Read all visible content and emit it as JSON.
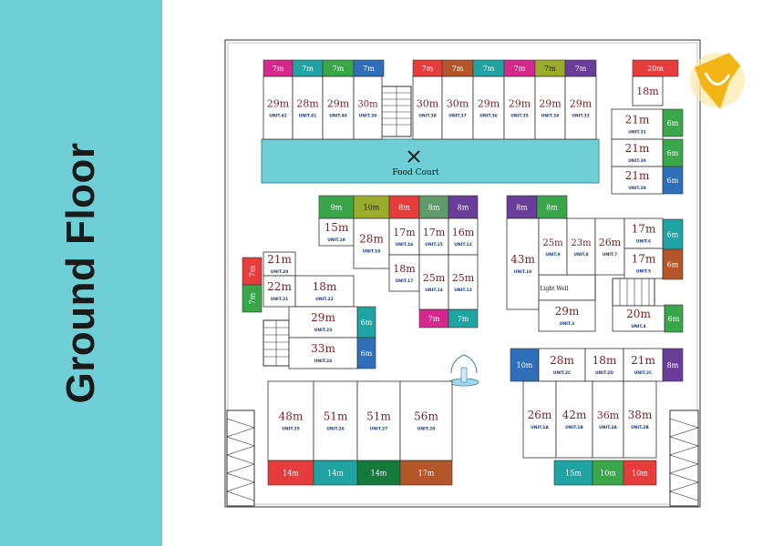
{
  "title": "Ground Floor",
  "food_court": "Food Court",
  "light_well": "Light Well",
  "colors": {
    "sidebar": "#6ecfd6",
    "teal": "#1fa3a3",
    "red": "#e63c3c",
    "green": "#3aa64a",
    "darkgreen": "#147a3c",
    "magenta": "#d6288c",
    "purple": "#6a3d9a",
    "blue": "#2f6fba",
    "orange": "#e07a1f",
    "rust": "#b5552a",
    "olive": "#9bab2a",
    "sage": "#5f9a6a",
    "foodcourt": "#6ecfd6"
  },
  "kiosks": [
    "7m",
    "7m",
    "7m",
    "7m",
    "7m",
    "7m",
    "7m",
    "7m",
    "7m",
    "7m",
    "20m",
    "9m",
    "10m",
    "8m",
    "8m",
    "8m",
    "8m",
    "8m",
    "7m",
    "7m",
    "7m",
    "7m",
    "6m",
    "6m",
    "6m",
    "6m",
    "6m",
    "6m",
    "6m",
    "6m",
    "10m",
    "8m",
    "14m",
    "14m",
    "14m",
    "17m",
    "15m",
    "10m",
    "10m"
  ],
  "units": [
    {
      "area": "29m",
      "id": "UNIT.42"
    },
    {
      "area": "28m",
      "id": "UNIT.41"
    },
    {
      "area": "29m",
      "id": "UNIT.40"
    },
    {
      "area": "30m",
      "id": "UNIT.39"
    },
    {
      "area": "30m",
      "id": "UNIT.38"
    },
    {
      "area": "30m",
      "id": "UNIT.37"
    },
    {
      "area": "29m",
      "id": "UNIT.36"
    },
    {
      "area": "29m",
      "id": "UNIT.35"
    },
    {
      "area": "29m",
      "id": "UNIT.34"
    },
    {
      "area": "29m",
      "id": "UNIT.33"
    },
    {
      "area": "18m",
      "id": ""
    },
    {
      "area": "21m",
      "id": "UNIT.31"
    },
    {
      "area": "21m",
      "id": "UNIT.30"
    },
    {
      "area": "21m",
      "id": "UNIT.29"
    },
    {
      "area": "15m",
      "id": "UNIT.19"
    },
    {
      "area": "28m",
      "id": "UNIT.18"
    },
    {
      "area": "17m",
      "id": "UNIT.16"
    },
    {
      "area": "17m",
      "id": "UNIT.15"
    },
    {
      "area": "16m",
      "id": "UNIT.12"
    },
    {
      "area": "18m",
      "id": "UNIT.17"
    },
    {
      "area": "25m",
      "id": "UNIT.14"
    },
    {
      "area": "25m",
      "id": "UNIT.13"
    },
    {
      "area": "43m",
      "id": "UNIT.10"
    },
    {
      "area": "25m",
      "id": "UNIT.9"
    },
    {
      "area": "23m",
      "id": "UNIT.8"
    },
    {
      "area": "26m",
      "id": "UNIT.7"
    },
    {
      "area": "17m",
      "id": "UNIT.6"
    },
    {
      "area": "17m",
      "id": "UNIT.5"
    },
    {
      "area": "29m",
      "id": "UNIT.3"
    },
    {
      "area": "20m",
      "id": "UNIT.4"
    },
    {
      "area": "21m",
      "id": "UNIT.20"
    },
    {
      "area": "22m",
      "id": "UNIT.21"
    },
    {
      "area": "18m",
      "id": "UNIT.22"
    },
    {
      "area": "29m",
      "id": "UNIT.23"
    },
    {
      "area": "33m",
      "id": "UNIT.24"
    },
    {
      "area": "28m",
      "id": "UNIT.2C"
    },
    {
      "area": "18m",
      "id": "UNIT.2D"
    },
    {
      "area": "21m",
      "id": "UNIT.2C"
    },
    {
      "area": "26m",
      "id": "UNIT.1A"
    },
    {
      "area": "42m",
      "id": "UNIT.1B"
    },
    {
      "area": "36m",
      "id": "UNIT.2A"
    },
    {
      "area": "38m",
      "id": "UNIT.2B"
    },
    {
      "area": "48m",
      "id": "UNIT.25"
    },
    {
      "area": "51m",
      "id": "UNIT.26"
    },
    {
      "area": "51m",
      "id": "UNIT.27"
    },
    {
      "area": "56m",
      "id": "UNIT.28"
    }
  ]
}
